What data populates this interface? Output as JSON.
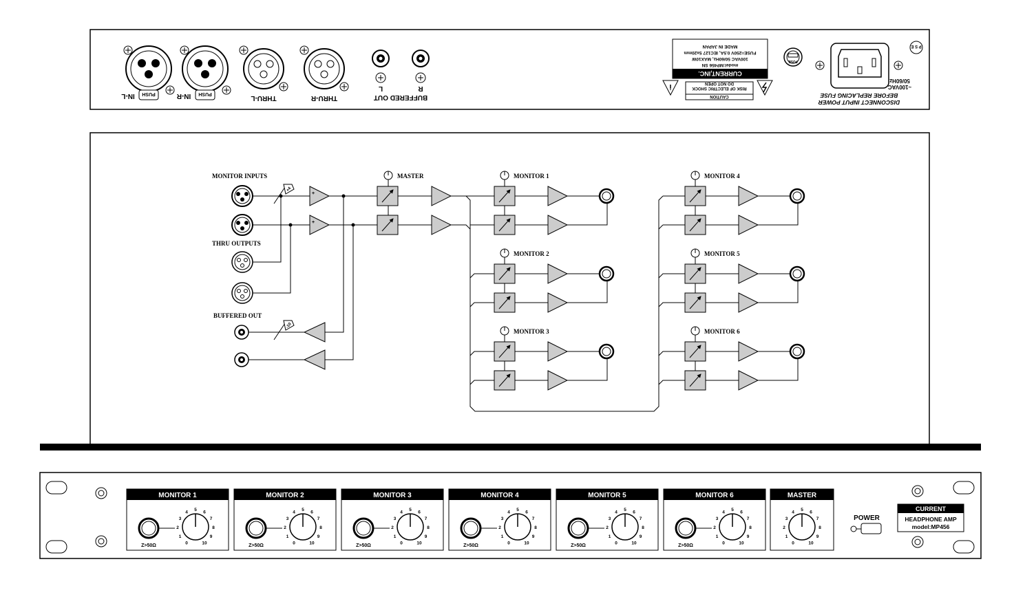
{
  "rear_panel": {
    "inputs": [
      {
        "label": "IN-L",
        "push": "PUSH"
      },
      {
        "label": "IN-R",
        "push": "PUSH"
      }
    ],
    "thru": [
      {
        "label": "THRU-L"
      },
      {
        "label": "THRU-R"
      }
    ],
    "buffered": {
      "title": "BUFFERED OUT",
      "left": "L",
      "right": "R"
    },
    "caution": {
      "line1": "CAUTION",
      "line2": "RISK OF ELECTRIC SHOCK",
      "line3": "DO NOT OPEN"
    },
    "plate": {
      "brand": "CURRENT,INC.",
      "line1": "model:MP456 SN",
      "line2": "100VAC 50/60Hz, MAX10W",
      "line3": "FUSE=250V 0.5A, IEC127 5x20mm",
      "line4": "MADE IN JAPAN"
    },
    "fuse_label": "FUSE",
    "power_in": {
      "voltage": "~100VAC",
      "freq": "50/60Hz"
    },
    "warning": {
      "line1": "DISCONNECT INPUT POWER",
      "line2": "BEFORE REPLACING FUSE"
    },
    "ps_label": "P S E"
  },
  "diagram": {
    "monitor_inputs": "MONITOR INPUTS",
    "thru_outputs": "THRU OUTPUTS",
    "buffered_out": "BUFFERED OUT",
    "master": "MASTER",
    "gain_in": "+4",
    "gain_out": "-10",
    "plus": "+",
    "monitors": [
      "MONITOR 1",
      "MONITOR 2",
      "MONITOR 3",
      "MONITOR 4",
      "MONITOR 5",
      "MONITOR 6"
    ]
  },
  "front_panel": {
    "channels": [
      {
        "title": "MONITOR 1",
        "impedance": "Z>50Ω"
      },
      {
        "title": "MONITOR 2",
        "impedance": "Z>50Ω"
      },
      {
        "title": "MONITOR 3",
        "impedance": "Z>50Ω"
      },
      {
        "title": "MONITOR 4",
        "impedance": "Z>50Ω"
      },
      {
        "title": "MONITOR 5",
        "impedance": "Z>50Ω"
      },
      {
        "title": "MONITOR 6",
        "impedance": "Z>50Ω"
      }
    ],
    "master": {
      "title": "MASTER"
    },
    "scale": [
      "0",
      "1",
      "2",
      "3",
      "4",
      "5",
      "6",
      "7",
      "8",
      "9",
      "10"
    ],
    "power_label": "POWER",
    "brand": "CURRENT",
    "product": "HEADPHONE AMP",
    "model": "model:MP456"
  }
}
